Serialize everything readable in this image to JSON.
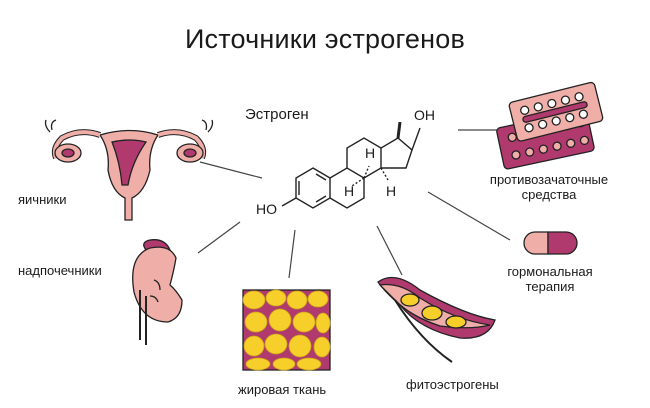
{
  "title": "Источники эстрогенов",
  "hub": {
    "label": "Эстроген",
    "atoms": {
      "oh_top": "OH",
      "ho_left": "HO",
      "h_a": "H",
      "h_b": "H",
      "h_c": "H"
    }
  },
  "sources": [
    {
      "id": "ovaries",
      "label": "яичники",
      "icon": "uterus-ovaries-icon"
    },
    {
      "id": "adrenal",
      "label": "надпочечники",
      "icon": "kidney-adrenal-icon"
    },
    {
      "id": "fat",
      "label": "жировая ткань",
      "icon": "fat-tissue-icon"
    },
    {
      "id": "phyto",
      "label": "фитоэстрогены",
      "icon": "soybean-pod-icon"
    },
    {
      "id": "hrt",
      "label_line1": "гормональная",
      "label_line2": "терапия",
      "icon": "capsule-icon"
    },
    {
      "id": "contraceptives",
      "label_line1": "противозачаточные",
      "label_line2": "средства",
      "icon": "pill-blister-icon"
    }
  ],
  "colors": {
    "pink": "#efafa8",
    "magenta": "#b03a6e",
    "yellow": "#f6cf2a",
    "outline": "#222222",
    "line": "#444444"
  }
}
